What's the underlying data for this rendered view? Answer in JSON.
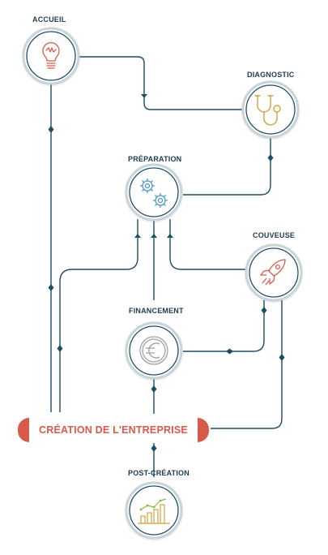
{
  "stages": {
    "accueil": {
      "label": "ACCUEIL",
      "icon": "lightbulb-icon"
    },
    "diagnostic": {
      "label": "DIAGNOSTIC",
      "icon": "stethoscope-icon"
    },
    "preparation": {
      "label": "PRÉPARATION",
      "icon": "gears-icon"
    },
    "couveuse": {
      "label": "COUVEUSE",
      "icon": "rocket-icon"
    },
    "financement": {
      "label": "FINANCEMENT",
      "icon": "euro-coin-icon"
    },
    "post_creation": {
      "label": "POST-CRÉATION",
      "icon": "bar-chart-icon"
    }
  },
  "banner": {
    "label": "CRÉATION DE L'ENTREPRISE"
  },
  "colors": {
    "line": "#1d4e66",
    "ring_outer": "#c9d3d8",
    "accent_red": "#d85a4c",
    "accent_gold": "#d4a23e",
    "icon_blue": "#4a9bc4",
    "icon_gray": "#9aa1a6",
    "icon_green": "#8db73f",
    "label_text": "#1d3c4f"
  }
}
